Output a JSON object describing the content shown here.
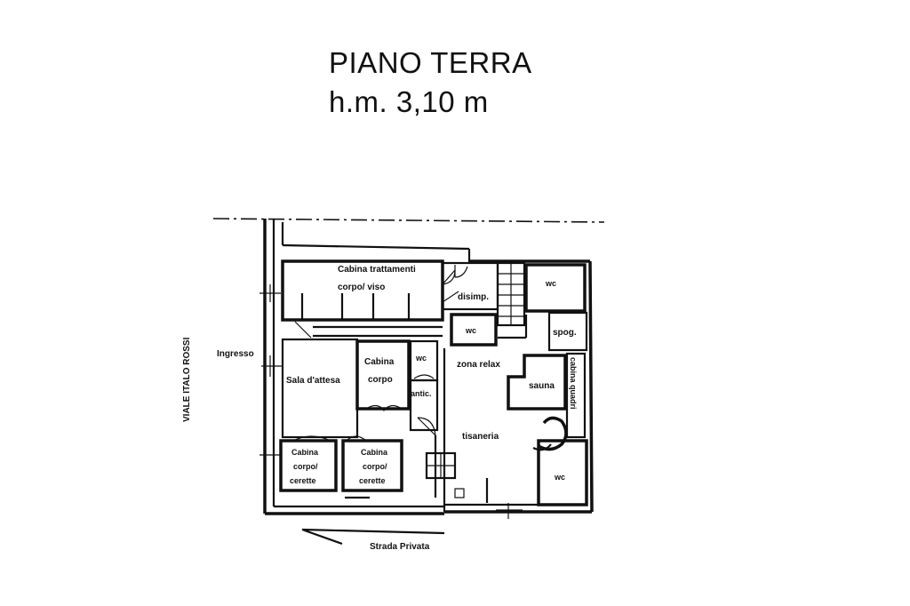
{
  "title": {
    "line1": "PIANO TERRA",
    "line2": "h.m. 3,10 m"
  },
  "streets": {
    "viale": "VIALE   ITALO   ROSSI",
    "strada": "Strada Privata"
  },
  "rooms": {
    "cabina_trattamenti_1": "Cabina trattamenti",
    "cabina_trattamenti_2": "corpo/ viso",
    "disimp": "disimp.",
    "wc_top_right": "wc",
    "wc_mid": "wc",
    "spog": "spog.",
    "ingresso": "Ingresso",
    "sala_attesa": "Sala d'attesa",
    "cabina_corpo_1": "Cabina",
    "cabina_corpo_2": "corpo",
    "wc_small": "wc",
    "antic": "antic.",
    "zona_relax": "zona relax",
    "sauna": "sauna",
    "cabina_quadri": "cabina quadri",
    "tisaneria": "tisaneria",
    "cabina_ceretta_a_1": "Cabina",
    "cabina_ceretta_a_2": "corpo/",
    "cabina_ceretta_a_3": "cerette",
    "cabina_ceretta_b_1": "Cabina",
    "cabina_ceretta_b_2": "corpo/",
    "cabina_ceretta_b_3": "cerette",
    "wc_bottom_right": "wc"
  }
}
